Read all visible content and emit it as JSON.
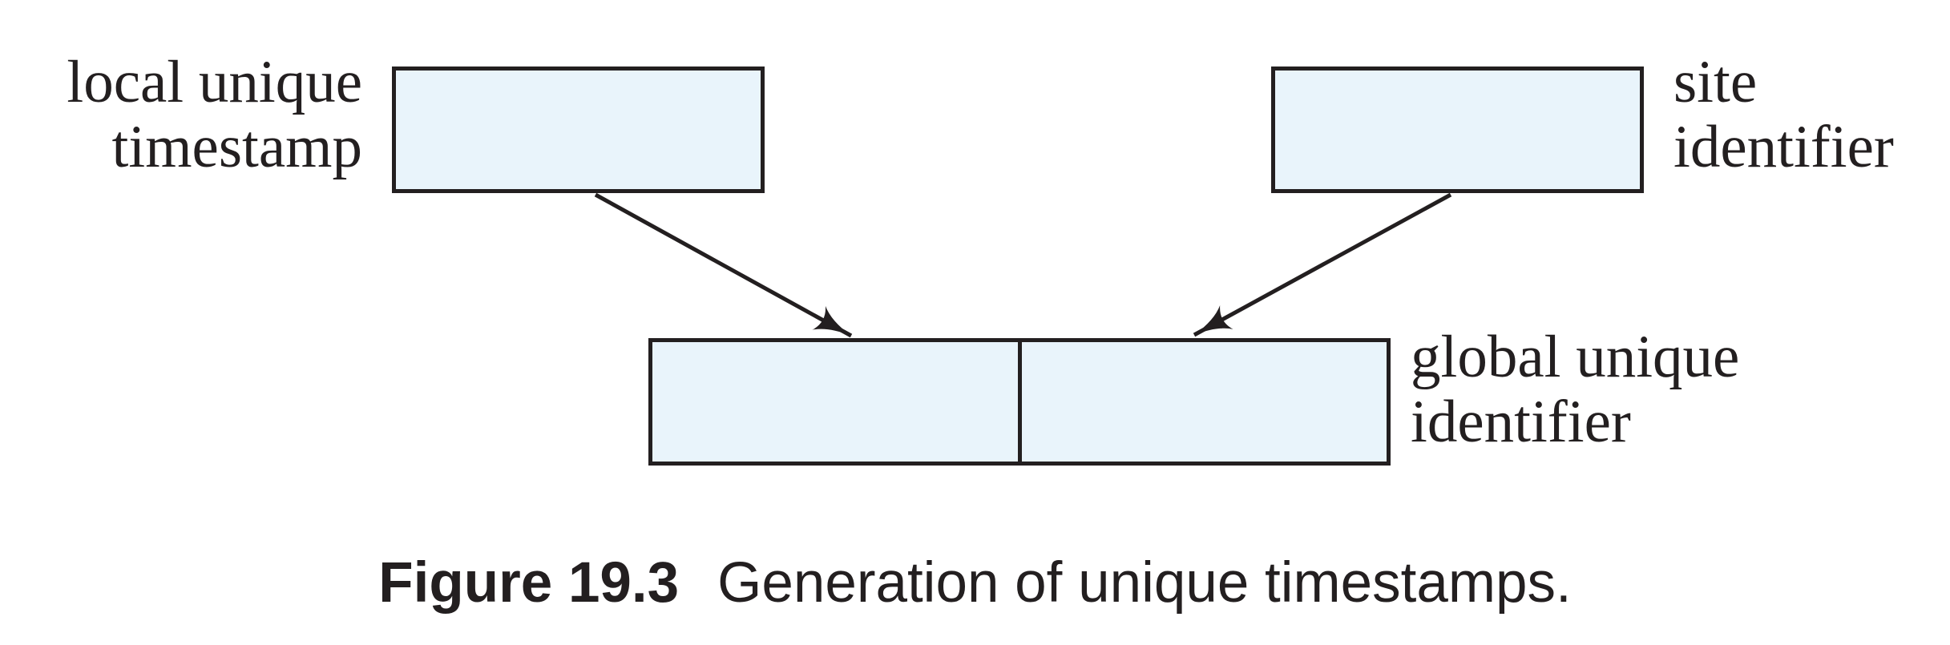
{
  "figure": {
    "labels": {
      "local_timestamp": {
        "line1": "local unique",
        "line2": "timestamp"
      },
      "site_identifier": {
        "line1": "site",
        "line2": "identifier"
      },
      "global_identifier": {
        "line1": "global unique",
        "line2": "identifier"
      }
    },
    "caption": {
      "number": "Figure 19.3",
      "text": "Generation of unique timestamps."
    },
    "diagram": {
      "type": "flow-diagram",
      "description": "Two source boxes (local unique timestamp, site identifier) concatenated by arrows into a two-part global unique identifier box"
    },
    "colors": {
      "box_fill": "#e9f4fb",
      "box_border": "#231f20",
      "text": "#231f20",
      "arrow": "#231f20",
      "background": "#ffffff"
    }
  }
}
